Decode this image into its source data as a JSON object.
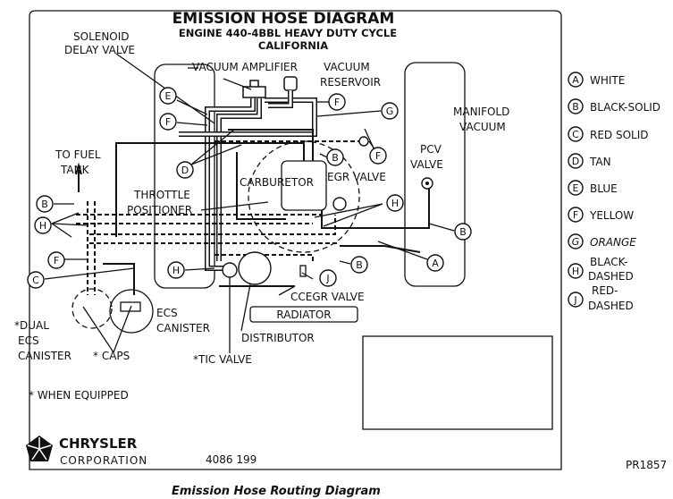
{
  "title": "EMISSION HOSE DIAGRAM",
  "subtitle": "ENGINE 440-4BBL HEAVY DUTY CYCLE",
  "region": "CALIFORNIA",
  "labels": {
    "solenoid_1": "SOLENOID",
    "solenoid_2": "DELAY VALVE",
    "vacuum_amplifier": "VACUUM AMPLIFIER",
    "vacuum_reservoir_1": "VACUUM",
    "vacuum_reservoir_2": "RESERVOIR",
    "manifold_vacuum_1": "MANIFOLD",
    "manifold_vacuum_2": "VACUUM",
    "pcv_valve_1": "PCV",
    "pcv_valve_2": "VALVE",
    "to_fuel_tank_1": "TO FUEL",
    "to_fuel_tank_2": "TANK",
    "carburetor": "CARBURETOR",
    "egr_valve": "EGR VALVE",
    "throttle_positioner_1": "THROTTLE",
    "throttle_positioner_2": "POSITIONER",
    "ccegr_valve": "CCEGR VALVE",
    "radiator": "RADIATOR",
    "distributor": "DISTRIBUTOR",
    "tic_valve": "*TIC VALVE",
    "ecs_canister_1": "ECS",
    "ecs_canister_2": "CANISTER",
    "dual_ecs_1": "*DUAL",
    "dual_ecs_2": "ECS",
    "dual_ecs_3": "CANISTER",
    "caps": "* CAPS",
    "when_equipped": "* WHEN EQUIPPED"
  },
  "legend": [
    {
      "letter": "A",
      "label": "WHITE"
    },
    {
      "letter": "B",
      "label": "BLACK-SOLID"
    },
    {
      "letter": "C",
      "label": "RED SOLID"
    },
    {
      "letter": "D",
      "label": "TAN"
    },
    {
      "letter": "E",
      "label": "BLUE"
    },
    {
      "letter": "F",
      "label": "YELLOW"
    },
    {
      "letter": "G",
      "label": "ORANGE"
    },
    {
      "letter": "H",
      "label": "BLACK-",
      "label2": "DASHED"
    },
    {
      "letter": "J",
      "label": "RED-",
      "label2": "DASHED"
    }
  ],
  "logo": {
    "name": "CHRYSLER",
    "sub": "CORPORATION"
  },
  "part_number": "4086 199",
  "figure_code": "PR1857",
  "caption": "Emission Hose Routing Diagram"
}
